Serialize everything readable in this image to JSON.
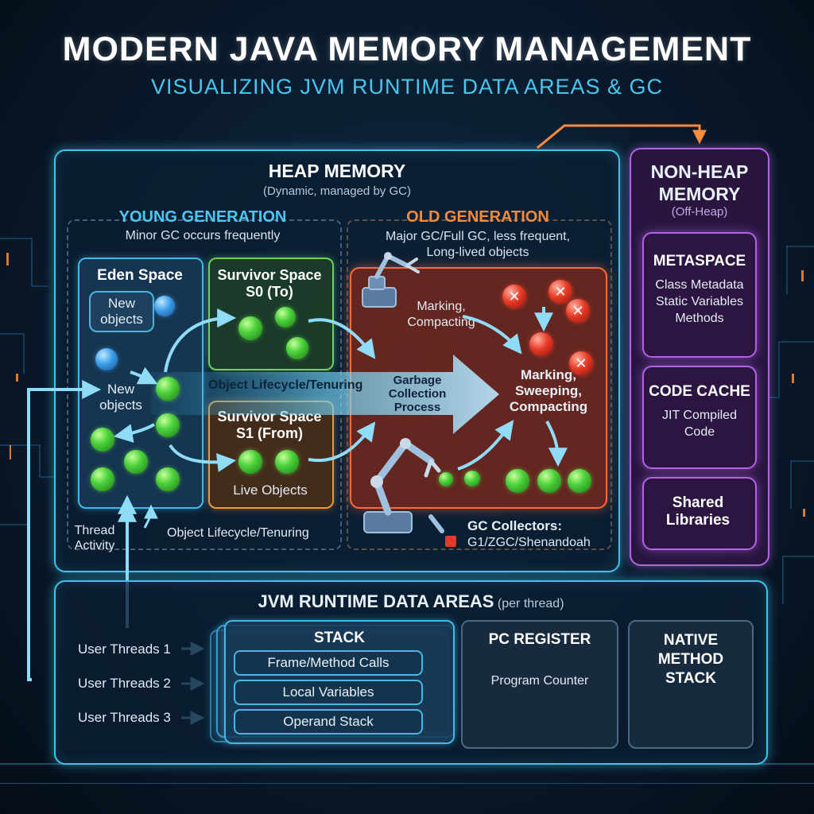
{
  "header": {
    "title": "MODERN JAVA MEMORY MANAGEMENT",
    "subtitle": "VISUALIZING JVM RUNTIME DATA AREAS & GC"
  },
  "heap": {
    "title": "HEAP MEMORY",
    "subtitle": "(Dynamic, managed by GC)",
    "young": {
      "title": "YOUNG GENERATION",
      "subtitle": "Minor GC occurs frequently",
      "eden": {
        "title": "Eden Space",
        "bubble": "New objects",
        "new_objects": "New objects"
      },
      "s0": {
        "title": "Survivor Space S0 (To)"
      },
      "s1": {
        "title": "Survivor Space S1 (From)",
        "live": "Live Objects"
      },
      "thread_activity": "Thread Activity",
      "lifecycle_bottom": "Object Lifecycle/Tenuring"
    },
    "lifecycle_arrow": "Object Lifecycle/Tenuring",
    "gc_process": "Garbage Collection Process",
    "old": {
      "title": "OLD GENERATION",
      "subtitle": "Major GC/Full GC, less frequent, Long-lived objects",
      "marking_compacting": "Marking, Compacting",
      "marking_sweeping": "Marking, Sweeping, Compacting",
      "collectors_label": "GC Collectors:",
      "collectors_value": "G1/ZGC/Shenandoah"
    }
  },
  "non_heap": {
    "title": "NON-HEAP MEMORY",
    "subtitle": "(Off-Heap)",
    "metaspace": {
      "title": "METASPACE",
      "body": "Class Metadata Static Variables Methods"
    },
    "code_cache": {
      "title": "CODE CACHE",
      "body": "JIT Compiled Code"
    },
    "shared_libs": {
      "title": "Shared Libraries"
    }
  },
  "runtime": {
    "title": "JVM RUNTIME DATA AREAS",
    "title_note": "(per thread)",
    "threads": [
      "User Threads 1",
      "User Threads 2",
      "User Threads 3"
    ],
    "stack": {
      "title": "STACK",
      "rows": [
        "Frame/Method Calls",
        "Local Variables",
        "Operand Stack"
      ]
    },
    "pc_register": {
      "title": "PC REGISTER",
      "body": "Program Counter"
    },
    "native_stack": {
      "title": "NATIVE METHOD STACK"
    }
  },
  "colors": {
    "cyan": "#3fc4ec",
    "green": "#6bd35a",
    "orange": "#e99a3b",
    "red": "#ff6a3a",
    "purple": "#b462e6"
  }
}
